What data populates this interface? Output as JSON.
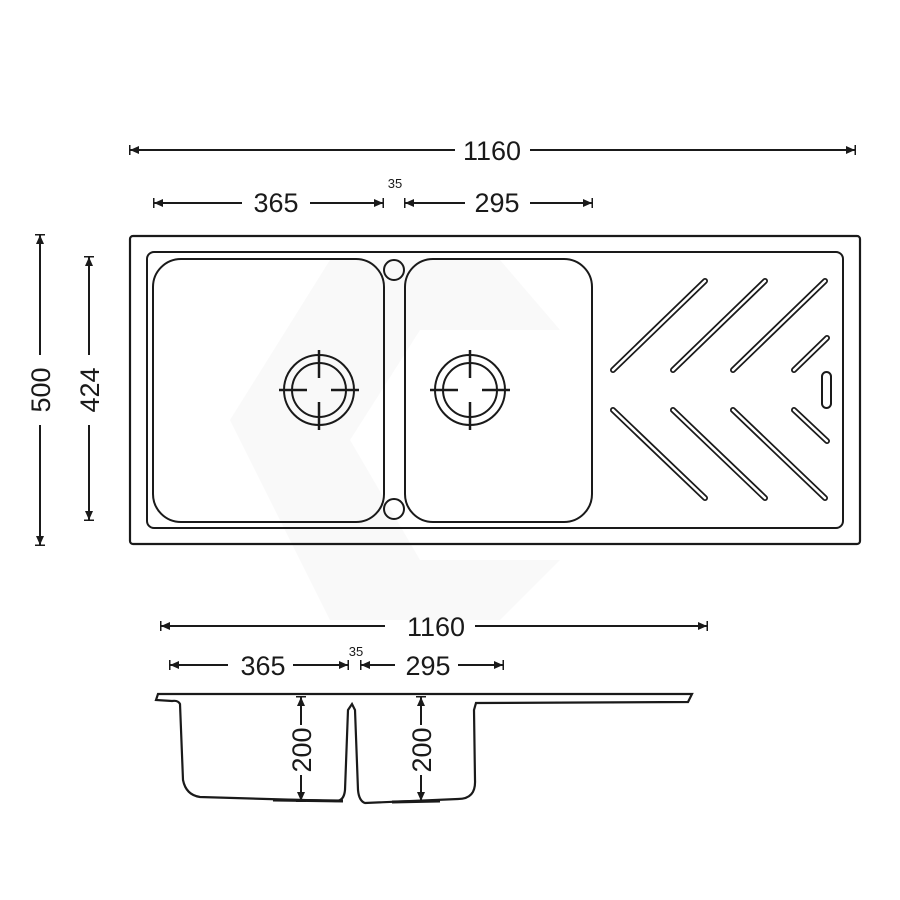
{
  "drawing": {
    "type": "double-bowl-sink-with-drainer",
    "units": "mm",
    "colors": {
      "line": "#1a1a1a",
      "background": "#ffffff",
      "watermark": "#f3f3f3"
    }
  },
  "plan_view": {
    "overall_width": "1160",
    "bowl_left_width": "365",
    "bowl_gap": "35",
    "bowl_right_width": "295",
    "overall_depth": "500",
    "bowl_depth": "424",
    "bowls": [
      {
        "name": "left-bowl",
        "waste": "drain"
      },
      {
        "name": "right-bowl",
        "waste": "drain"
      }
    ],
    "tap_holes": 2,
    "drainer_grooves": 8,
    "overflow_slot": 1
  },
  "section_view": {
    "overall_width": "1160",
    "bowl_left_width": "365",
    "bowl_gap": "35",
    "bowl_right_width": "295",
    "bowl_left_depth": "200",
    "bowl_right_depth": "200"
  }
}
